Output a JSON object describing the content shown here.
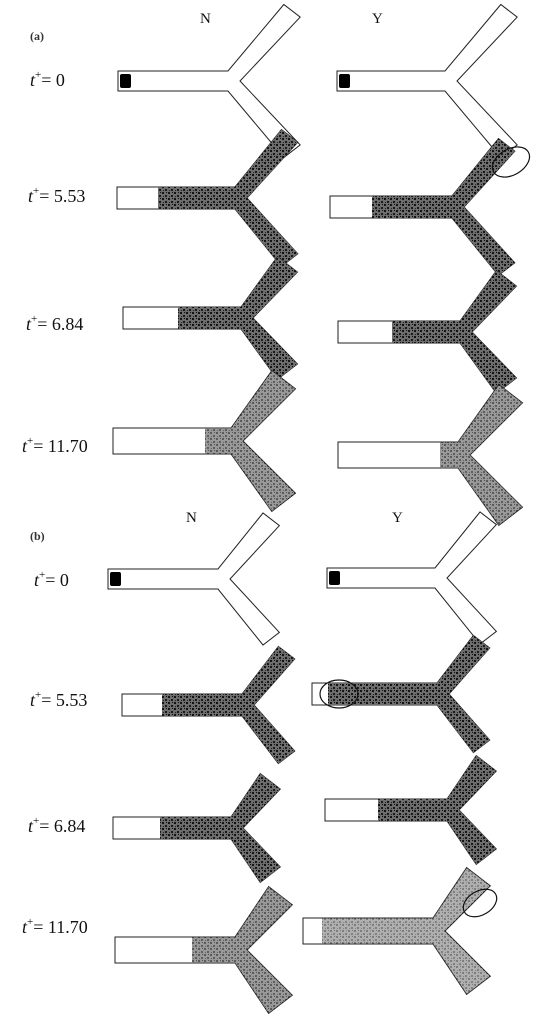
{
  "panels": [
    {
      "label": "(a)",
      "columns": [
        "N",
        "Y"
      ],
      "rows": [
        {
          "t_value": "0"
        },
        {
          "t_value": "5.53"
        },
        {
          "t_value": "6.84"
        },
        {
          "t_value": "11.70"
        }
      ]
    },
    {
      "label": "(b)",
      "columns": [
        "N",
        "Y"
      ],
      "rows": [
        {
          "t_value": "0"
        },
        {
          "t_value": "5.53"
        },
        {
          "t_value": "6.84"
        },
        {
          "t_value": "11.70"
        }
      ]
    }
  ],
  "time_symbol": "t",
  "time_superscript": "+",
  "time_equals": "= ",
  "colors": {
    "particles": "#1a1a1a",
    "outline": "#222222",
    "background": "#ffffff"
  }
}
